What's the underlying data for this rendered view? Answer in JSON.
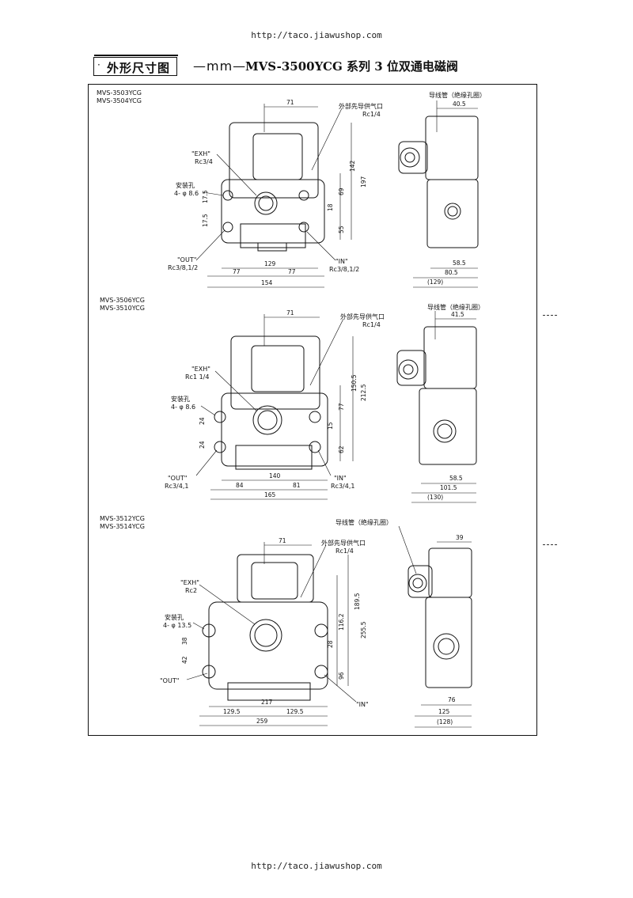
{
  "header": {
    "url": "http://taco.jiawushop.com",
    "section_title": "外形尺寸图",
    "unit": "—mm—",
    "title": "MVS-3500YCG 系列 3 位双通电磁阀"
  },
  "footer": {
    "url": "http://taco.jiawushop.com"
  },
  "diagrams": [
    {
      "models": [
        "MVS-3503YCG",
        "MVS-3504YCG"
      ],
      "pilot_label": "外部先导供气口",
      "pilot_port": "Rc1/4",
      "exh_label": "\"EXH\"",
      "exh_port": "Rc3/4",
      "mount_label": "安装孔",
      "mount_spec": "4- φ 8.6",
      "out_label": "\"OUT\"",
      "out_port": "Rc3/8,1/2",
      "in_label": "\"IN\"",
      "in_port": "Rc3/8,1/2",
      "conduit_label": "导线管（绝缘孔圈）",
      "dims": {
        "top": "71",
        "h1": "142",
        "h2": "197",
        "h3": "69",
        "h4": "18",
        "h5": "55",
        "l1": "17.5",
        "l2": "17.5",
        "w1": "129",
        "w2": "77",
        "w3": "77",
        "w4": "154",
        "s1": "40.5",
        "s2": "58.5",
        "s3": "80.5",
        "s4": "(129)"
      }
    },
    {
      "models": [
        "MVS-3506YCG",
        "MVS-3510YCG"
      ],
      "pilot_label": "外部先导供气口",
      "pilot_port": "Rc1/4",
      "exh_label": "\"EXH\"",
      "exh_port": "Rc1 1/4",
      "mount_label": "安装孔",
      "mount_spec": "4- φ 8.6",
      "out_label": "\"OUT\"",
      "out_port": "Rc3/4,1",
      "in_label": "\"IN\"",
      "in_port": "Rc3/4,1",
      "conduit_label": "导线管（绝缘孔圈）",
      "dims": {
        "top": "71",
        "h1": "150.5",
        "h2": "212.5",
        "h3": "77",
        "h4": "15",
        "h5": "62",
        "l1": "24",
        "l2": "24",
        "w1": "140",
        "w2": "84",
        "w3": "81",
        "w4": "165",
        "s1": "41.5",
        "s2": "58.5",
        "s3": "101.5",
        "s4": "(130)"
      }
    },
    {
      "models": [
        "MVS-3512YCG",
        "MVS-3514YCG"
      ],
      "pilot_label": "外部先导供气口",
      "pilot_port": "Rc1/4",
      "exh_label": "\"EXH\"",
      "exh_port": "Rc2",
      "mount_label": "安装孔",
      "mount_spec": "4- φ 13.5",
      "out_label": "\"OUT\"",
      "in_label": "\"IN\"",
      "conduit_label": "导线管（绝缘孔圈）",
      "dims": {
        "top": "71",
        "h1": "189.5",
        "h2": "255.5",
        "h3": "116.2",
        "h4": "28",
        "h5": "96",
        "l1": "38",
        "l2": "42",
        "w1": "217",
        "w2": "129.5",
        "w3": "129.5",
        "w4": "259",
        "s1": "39",
        "s2": "76",
        "s3": "125",
        "s4": "(128)"
      }
    }
  ]
}
